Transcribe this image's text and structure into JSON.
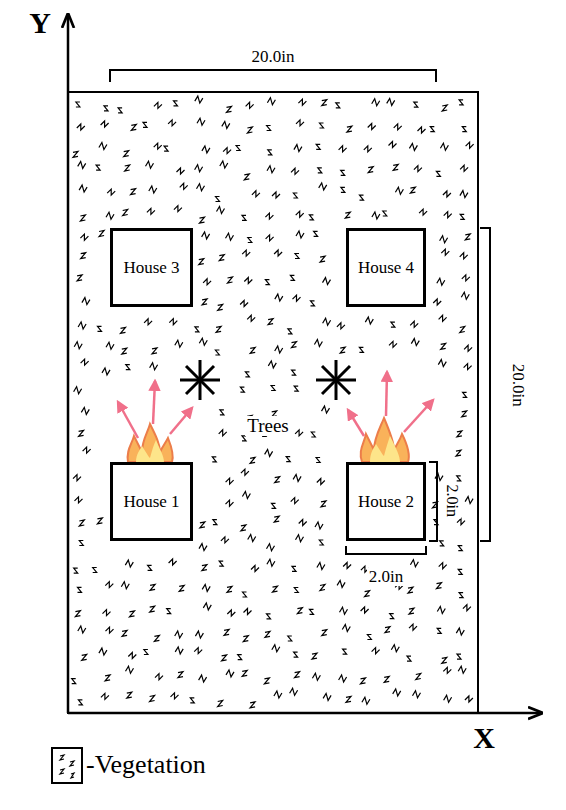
{
  "diagram": {
    "nodes": [
      {
        "text": [
          "House 3"
        ]
      },
      {
        "text": [
          "House 4"
        ]
      },
      {
        "text": [
          "House 1"
        ]
      },
      {
        "text": [
          "House 2"
        ]
      }
    ],
    "labels": [
      "Y",
      "X",
      "20.0in",
      "20.0in",
      "2.0in",
      "2.0in",
      "Trees"
    ],
    "legend": [
      {
        "text": "-Vegetation"
      }
    ]
  }
}
